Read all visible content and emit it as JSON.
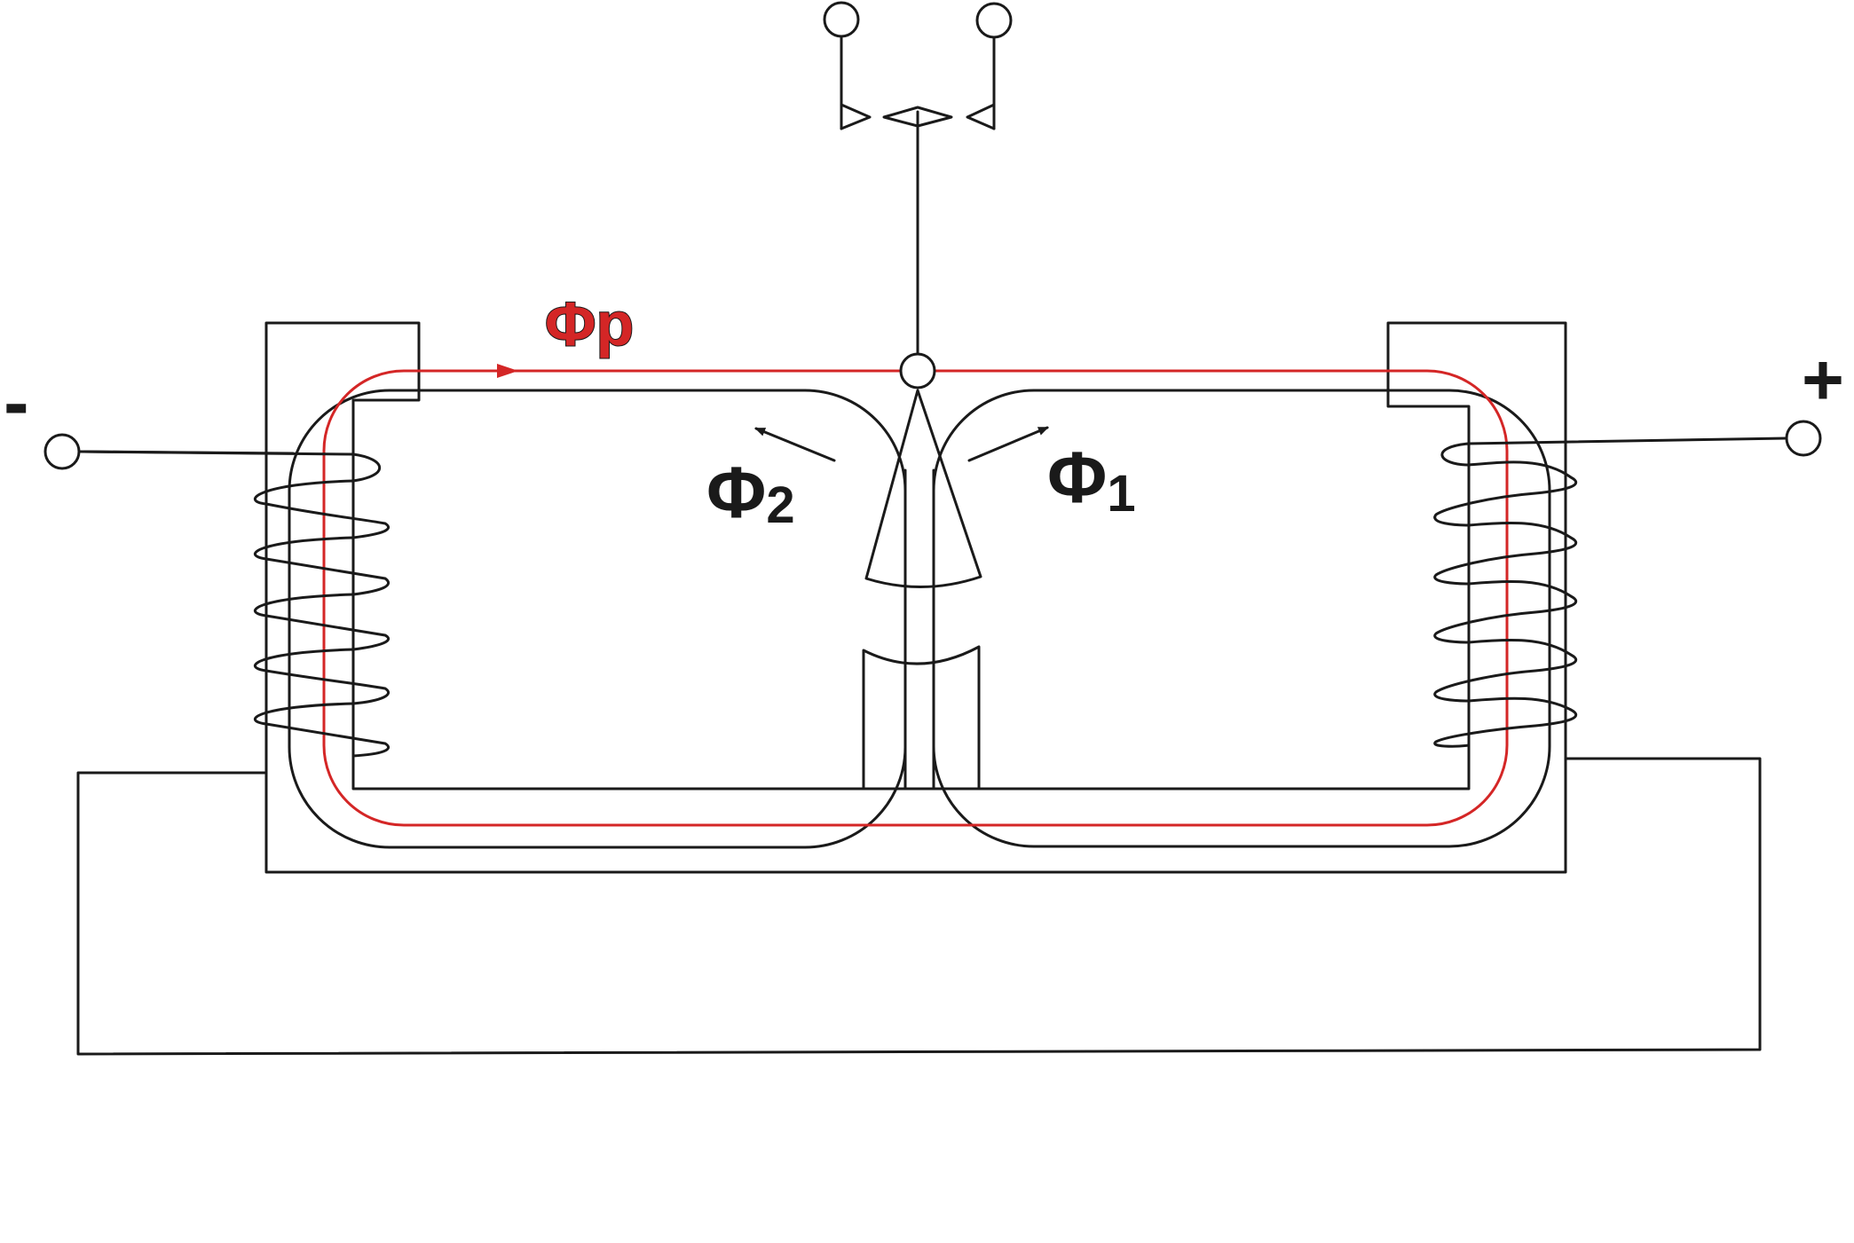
{
  "labels": {
    "flux_p": "Φp",
    "flux_2_symbol": "Φ",
    "flux_2_index": "2",
    "flux_1_symbol": "Φ",
    "flux_1_index": "1",
    "minus": "-",
    "plus": "+"
  },
  "colors": {
    "ink": "#1a1a1a",
    "flux_path": "#d42626",
    "background": "#ffffff"
  },
  "icons": {
    "terminal": "open-circle-terminal",
    "pivot": "open-circle-pivot",
    "arrowhead": "filled-arrowhead"
  }
}
